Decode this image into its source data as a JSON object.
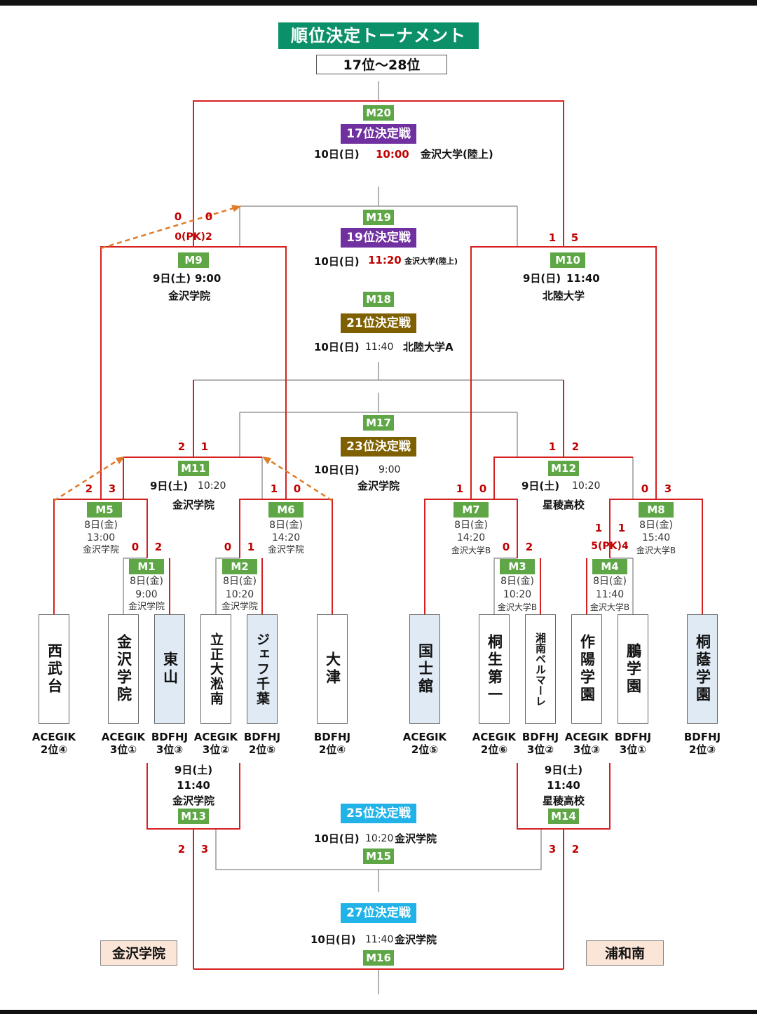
{
  "title": "順位決定トーナメント",
  "subtitle": "17位〜28位",
  "matches": {
    "m20": {
      "id": "M20",
      "label": "17位決定戦",
      "date": "10日(日)",
      "time": "10:00",
      "venue": "金沢大学(陸上)"
    },
    "m19": {
      "id": "M19",
      "label": "19位決定戦",
      "date": "10日(日)",
      "time": "11:20",
      "venue": "金沢大学(陸上)"
    },
    "m18": {
      "id": "M18",
      "label": "21位決定戦",
      "date": "10日(日)",
      "time": "11:40",
      "venue": "北陸大学A"
    },
    "m17": {
      "id": "M17",
      "label": "23位決定戦",
      "date": "10日(日)",
      "time": "9:00",
      "venue": "金沢学院"
    },
    "m15": {
      "id": "M15",
      "label": "25位決定戦",
      "date": "10日(日)",
      "time": "10:20",
      "venue": "金沢学院"
    },
    "m16": {
      "id": "M16",
      "label": "27位決定戦",
      "date": "10日(日)",
      "time": "11:40",
      "venue": "金沢学院"
    },
    "m9": {
      "id": "M9",
      "date": "9日(土)",
      "time": "9:00",
      "venue": "金沢学院"
    },
    "m10": {
      "id": "M10",
      "date": "9日(日)",
      "time": "11:40",
      "venue": "北陸大学"
    },
    "m11": {
      "id": "M11",
      "date": "9日(土)",
      "time": "10:20",
      "venue": "金沢学院"
    },
    "m12": {
      "id": "M12",
      "date": "9日(土)",
      "time": "10:20",
      "venue": "星稜高校"
    },
    "m5": {
      "id": "M5",
      "date": "8日(金)",
      "time": "13:00",
      "venue": "金沢学院"
    },
    "m6": {
      "id": "M6",
      "date": "8日(金)",
      "time": "14:20",
      "venue": "金沢学院"
    },
    "m7": {
      "id": "M7",
      "date": "8日(金)",
      "time": "14:20",
      "venue": "金沢大学B"
    },
    "m8": {
      "id": "M8",
      "date": "8日(金)",
      "time": "15:40",
      "venue": "金沢大学B"
    },
    "m1": {
      "id": "M1",
      "date": "8日(金)",
      "time": "9:00",
      "venue": "金沢学院"
    },
    "m2": {
      "id": "M2",
      "date": "8日(金)",
      "time": "10:20",
      "venue": "金沢学院"
    },
    "m3": {
      "id": "M3",
      "date": "8日(金)",
      "time": "10:20",
      "venue": "金沢大学B"
    },
    "m4": {
      "id": "M4",
      "date": "8日(金)",
      "time": "11:40",
      "venue": "金沢大学B"
    },
    "m13": {
      "id": "M13",
      "date": "9日(土)",
      "time": "11:40",
      "venue": "金沢学院"
    },
    "m14": {
      "id": "M14",
      "date": "9日(土)",
      "time": "11:40",
      "venue": "星稜高校"
    }
  },
  "scores": {
    "m9_left": "0",
    "m9_right": "0",
    "m9_pk": "0(PK)2",
    "m10_left": "1",
    "m10_right": "5",
    "m11_left": "2",
    "m11_right": "1",
    "m12_left": "1",
    "m12_right": "2",
    "m5_left": "2",
    "m5_right": "3",
    "m6_left": "1",
    "m6_right": "0",
    "m7_left": "1",
    "m7_right": "0",
    "m8_left": "0",
    "m8_right": "3",
    "m1_left": "0",
    "m1_right": "2",
    "m2_left": "0",
    "m2_right": "1",
    "m3_left": "0",
    "m3_right": "2",
    "m4_left": "1",
    "m4_right": "1",
    "m4_pk": "5(PK)4",
    "m13_left": "2",
    "m13_right": "3",
    "m14_left": "3",
    "m14_right": "2"
  },
  "teams": [
    {
      "name": "西武台",
      "group": "ACEGIK",
      "rank": "2位④"
    },
    {
      "name": "金沢学院",
      "group": "ACEGIK",
      "rank": "3位①"
    },
    {
      "name": "東山",
      "group": "BDFHJ",
      "rank": "3位③"
    },
    {
      "name": "立正大淞南",
      "group": "ACEGIK",
      "rank": "3位②"
    },
    {
      "name": "ジェフ千葉",
      "group": "BDFHJ",
      "rank": "2位⑤"
    },
    {
      "name": "大津",
      "group": "BDFHJ",
      "rank": "2位④"
    },
    {
      "name": "国士舘",
      "group": "ACEGIK",
      "rank": "2位⑤"
    },
    {
      "name": "桐生第一",
      "group": "ACEGIK",
      "rank": "2位⑥"
    },
    {
      "name": "湘南ベルマーレ",
      "group": "BDFHJ",
      "rank": "3位②"
    },
    {
      "name": "作陽学園",
      "group": "ACEGIK",
      "rank": "3位③"
    },
    {
      "name": "鵬学園",
      "group": "BDFHJ",
      "rank": "3位①"
    },
    {
      "name": "桐蔭学園",
      "group": "BDFHJ",
      "rank": "2位③"
    }
  ],
  "finals": {
    "left": "金沢学院",
    "right": "浦和南"
  },
  "colors": {
    "win_line": "#d62020",
    "line": "#999999",
    "match_box": "#5ea646",
    "title_bg": "#0c9069",
    "arrow": "#e07b28"
  }
}
